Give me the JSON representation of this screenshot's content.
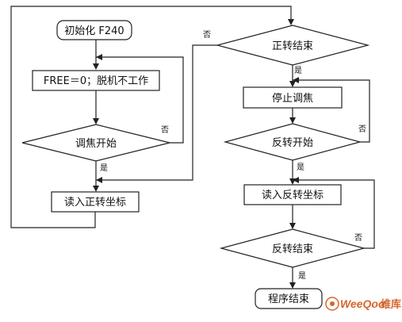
{
  "nodes": {
    "init": "初始化 F240",
    "free": "FREE＝0；脱机不工作",
    "focus_start": "调焦开始",
    "read_forward": "读入正转坐标",
    "forward_end": "正转结束",
    "stop_focus": "停止调焦",
    "reverse_start": "反转开始",
    "read_reverse": "读入反转坐标",
    "reverse_end": "反转结束",
    "program_end": "程序结束"
  },
  "edge_labels": {
    "focus_start_no": "否",
    "focus_start_yes": "是",
    "forward_end_no": "否",
    "forward_end_yes": "是",
    "reverse_start_no": "否",
    "reverse_start_yes": "是",
    "reverse_end_no": "否",
    "reverse_end_yes": "是"
  },
  "watermark": {
    "brand": "WeeQoo",
    "suffix": "维库"
  },
  "colors": {
    "line": "#222222",
    "background": "#ffffff",
    "watermark": "#d9652b"
  }
}
